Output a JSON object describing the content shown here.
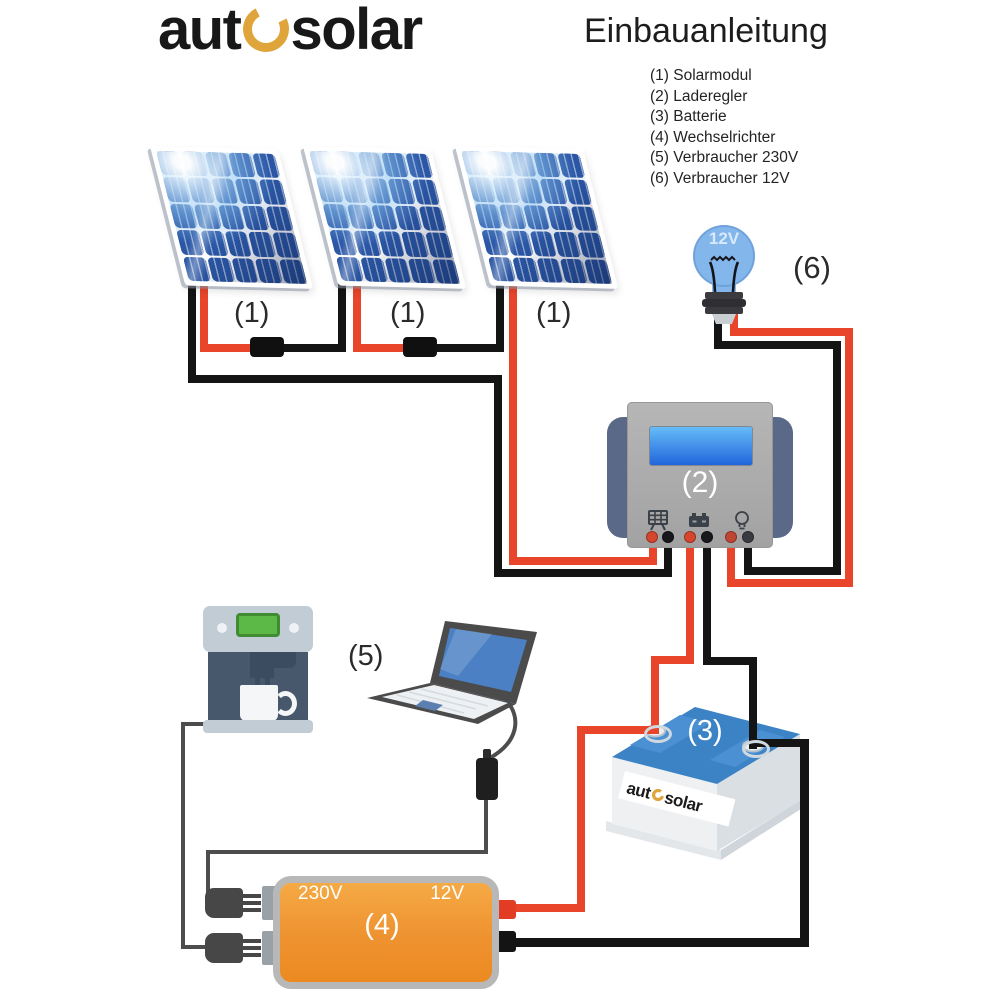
{
  "logo": {
    "text_before": "aut",
    "text_after": "solar"
  },
  "title": "Einbauanleitung",
  "legend": {
    "items": [
      "(1) Solarmodul",
      "(2) Laderegler",
      "(3) Batterie",
      "(4) Wechselrichter",
      "(5) Verbraucher 230V",
      "(6) Verbraucher 12V"
    ]
  },
  "labels": {
    "solar_panel": "(1)",
    "charge_controller": "(2)",
    "battery": "(3)",
    "inverter": "(4)",
    "consumer_230v": "(5)",
    "consumer_12v": "(6)"
  },
  "bulb": {
    "voltage": "12V"
  },
  "inverter": {
    "ac_label": "230V",
    "dc_label": "12V"
  },
  "battery_brand": {
    "text_before": "aut",
    "text_after": "solar"
  },
  "colors": {
    "wire_red": "#e8452b",
    "wire_black": "#141414",
    "cable_gray": "#4d4d4d",
    "logo_gold": "#dfa53b",
    "inverter_orange": "#ee9230",
    "battery_blue": "#3c83c6",
    "bulb_blue": "#83b6eb",
    "controller_wing": "#5b6988"
  }
}
